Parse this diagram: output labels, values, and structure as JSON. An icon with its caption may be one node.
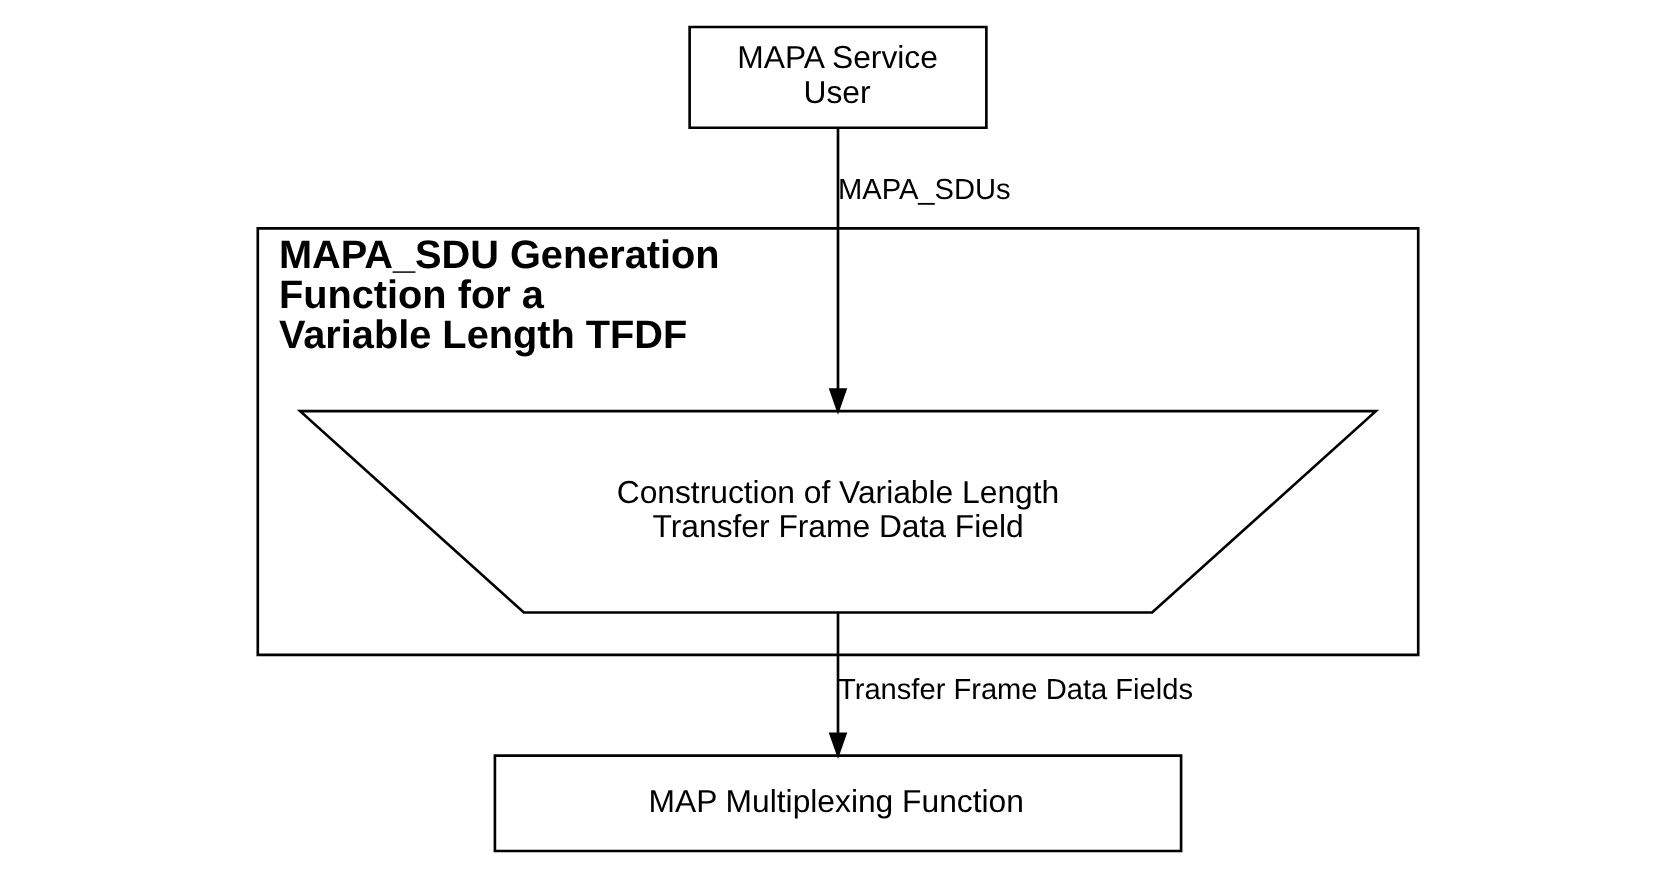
{
  "diagram": {
    "nodes": [
      {
        "text": [
          "MAPA Service User"
        ]
      },
      {
        "text": [
          "MAPA_SDU Generation Function for a Variable Length TFDF"
        ]
      },
      {
        "text": [
          "Construction of Variable Length Transfer Frame Data Field"
        ],
        "in": 1
      },
      {
        "text": [
          "MAP Multiplexing Function"
        ]
      }
    ],
    "edges": [
      {
        "from": 0,
        "to": 2,
        "arrow": "to",
        "label": "MAPA_SDUs"
      },
      {
        "from": 2,
        "to": 3,
        "arrow": "to",
        "label": "Transfer Frame Data Fields"
      }
    ]
  }
}
